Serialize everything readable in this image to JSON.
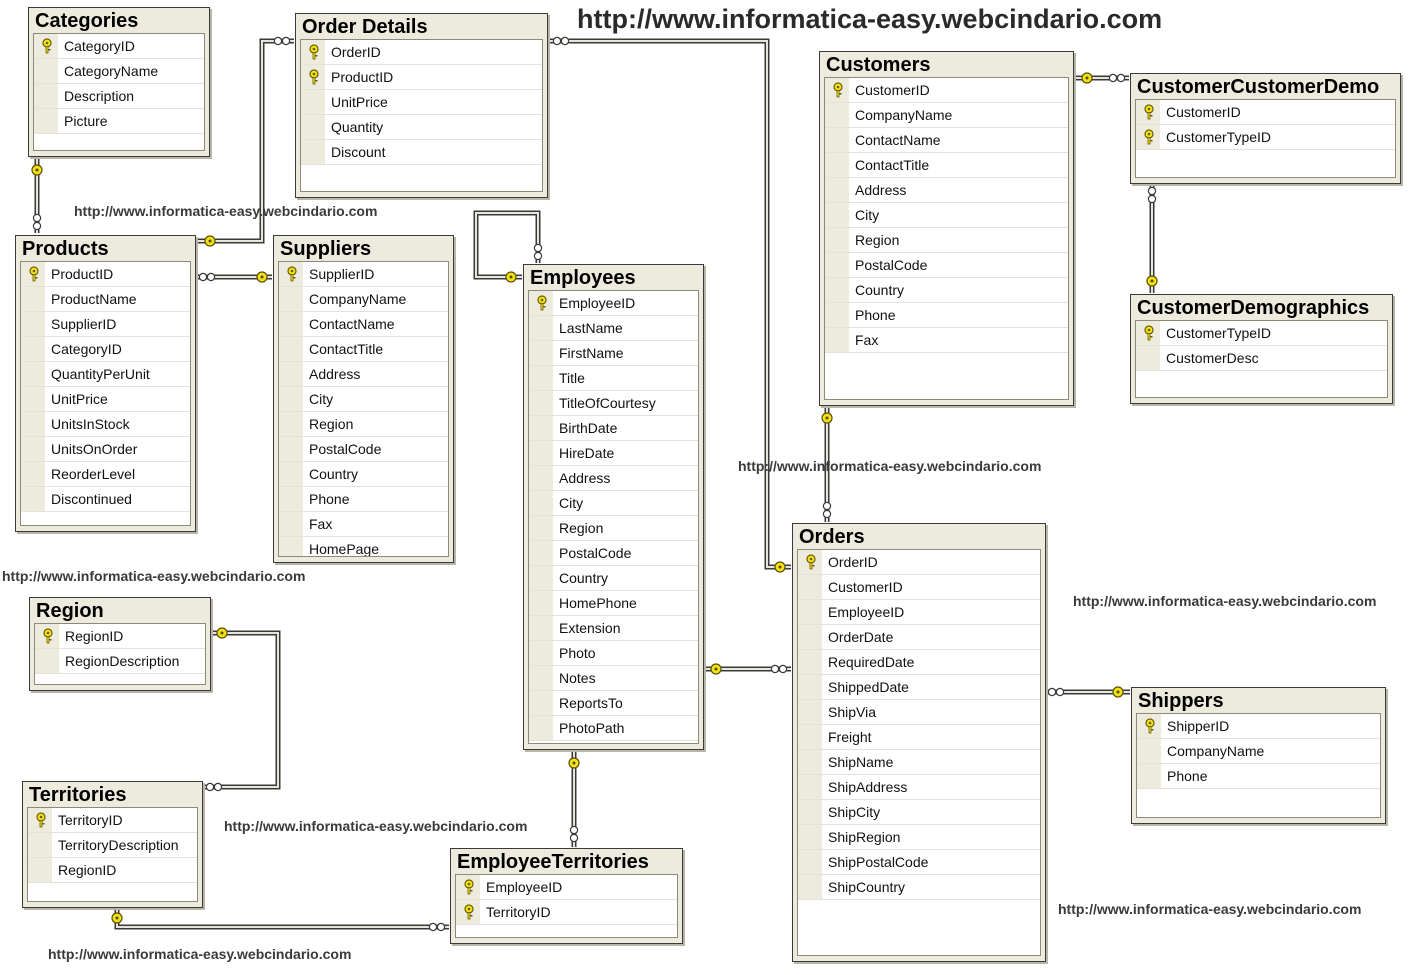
{
  "watermarks": {
    "top": "http://www.informatica-easy.webcindario.com",
    "a": "http://www.informatica-easy.webcindario.com",
    "b": "http://www.informatica-easy.webcindario.com",
    "c": "http://www.informatica-easy.webcindario.com",
    "d": "http://www.informatica-easy.webcindario.com",
    "e": "http://www.informatica-easy.webcindario.com",
    "f": "http://www.informatica-easy.webcindario.com",
    "g": "http://www.informatica-easy.webcindario.com"
  },
  "colors": {
    "key": "#f2e21a",
    "connector": "#3a3a3a",
    "header": "#ecebdd"
  },
  "tables": {
    "categories": {
      "title": "Categories",
      "fields": [
        {
          "name": "CategoryID",
          "pk": true
        },
        {
          "name": "CategoryName",
          "pk": false
        },
        {
          "name": "Description",
          "pk": false
        },
        {
          "name": "Picture",
          "pk": false
        }
      ]
    },
    "order_details": {
      "title": "Order Details",
      "fields": [
        {
          "name": "OrderID",
          "pk": true
        },
        {
          "name": "ProductID",
          "pk": true
        },
        {
          "name": "UnitPrice",
          "pk": false
        },
        {
          "name": "Quantity",
          "pk": false
        },
        {
          "name": "Discount",
          "pk": false
        }
      ]
    },
    "customers": {
      "title": "Customers",
      "fields": [
        {
          "name": "CustomerID",
          "pk": true
        },
        {
          "name": "CompanyName",
          "pk": false
        },
        {
          "name": "ContactName",
          "pk": false
        },
        {
          "name": "ContactTitle",
          "pk": false
        },
        {
          "name": "Address",
          "pk": false
        },
        {
          "name": "City",
          "pk": false
        },
        {
          "name": "Region",
          "pk": false
        },
        {
          "name": "PostalCode",
          "pk": false
        },
        {
          "name": "Country",
          "pk": false
        },
        {
          "name": "Phone",
          "pk": false
        },
        {
          "name": "Fax",
          "pk": false
        }
      ]
    },
    "customer_customer_demo": {
      "title": "CustomerCustomerDemo",
      "fields": [
        {
          "name": "CustomerID",
          "pk": true
        },
        {
          "name": "CustomerTypeID",
          "pk": true
        }
      ]
    },
    "customer_demographics": {
      "title": "CustomerDemographics",
      "fields": [
        {
          "name": "CustomerTypeID",
          "pk": true
        },
        {
          "name": "CustomerDesc",
          "pk": false
        }
      ]
    },
    "products": {
      "title": "Products",
      "fields": [
        {
          "name": "ProductID",
          "pk": true
        },
        {
          "name": "ProductName",
          "pk": false
        },
        {
          "name": "SupplierID",
          "pk": false
        },
        {
          "name": "CategoryID",
          "pk": false
        },
        {
          "name": "QuantityPerUnit",
          "pk": false
        },
        {
          "name": "UnitPrice",
          "pk": false
        },
        {
          "name": "UnitsInStock",
          "pk": false
        },
        {
          "name": "UnitsOnOrder",
          "pk": false
        },
        {
          "name": "ReorderLevel",
          "pk": false
        },
        {
          "name": "Discontinued",
          "pk": false
        }
      ]
    },
    "suppliers": {
      "title": "Suppliers",
      "fields": [
        {
          "name": "SupplierID",
          "pk": true
        },
        {
          "name": "CompanyName",
          "pk": false
        },
        {
          "name": "ContactName",
          "pk": false
        },
        {
          "name": "ContactTitle",
          "pk": false
        },
        {
          "name": "Address",
          "pk": false
        },
        {
          "name": "City",
          "pk": false
        },
        {
          "name": "Region",
          "pk": false
        },
        {
          "name": "PostalCode",
          "pk": false
        },
        {
          "name": "Country",
          "pk": false
        },
        {
          "name": "Phone",
          "pk": false
        },
        {
          "name": "Fax",
          "pk": false
        },
        {
          "name": "HomePage",
          "pk": false
        }
      ]
    },
    "employees": {
      "title": "Employees",
      "fields": [
        {
          "name": "EmployeeID",
          "pk": true
        },
        {
          "name": "LastName",
          "pk": false
        },
        {
          "name": "FirstName",
          "pk": false
        },
        {
          "name": "Title",
          "pk": false
        },
        {
          "name": "TitleOfCourtesy",
          "pk": false
        },
        {
          "name": "BirthDate",
          "pk": false
        },
        {
          "name": "HireDate",
          "pk": false
        },
        {
          "name": "Address",
          "pk": false
        },
        {
          "name": "City",
          "pk": false
        },
        {
          "name": "Region",
          "pk": false
        },
        {
          "name": "PostalCode",
          "pk": false
        },
        {
          "name": "Country",
          "pk": false
        },
        {
          "name": "HomePhone",
          "pk": false
        },
        {
          "name": "Extension",
          "pk": false
        },
        {
          "name": "Photo",
          "pk": false
        },
        {
          "name": "Notes",
          "pk": false
        },
        {
          "name": "ReportsTo",
          "pk": false
        },
        {
          "name": "PhotoPath",
          "pk": false
        }
      ]
    },
    "orders": {
      "title": "Orders",
      "fields": [
        {
          "name": "OrderID",
          "pk": true
        },
        {
          "name": "CustomerID",
          "pk": false
        },
        {
          "name": "EmployeeID",
          "pk": false
        },
        {
          "name": "OrderDate",
          "pk": false
        },
        {
          "name": "RequiredDate",
          "pk": false
        },
        {
          "name": "ShippedDate",
          "pk": false
        },
        {
          "name": "ShipVia",
          "pk": false
        },
        {
          "name": "Freight",
          "pk": false
        },
        {
          "name": "ShipName",
          "pk": false
        },
        {
          "name": "ShipAddress",
          "pk": false
        },
        {
          "name": "ShipCity",
          "pk": false
        },
        {
          "name": "ShipRegion",
          "pk": false
        },
        {
          "name": "ShipPostalCode",
          "pk": false
        },
        {
          "name": "ShipCountry",
          "pk": false
        }
      ]
    },
    "region": {
      "title": "Region",
      "fields": [
        {
          "name": "RegionID",
          "pk": true
        },
        {
          "name": "RegionDescription",
          "pk": false
        }
      ]
    },
    "territories": {
      "title": "Territories",
      "fields": [
        {
          "name": "TerritoryID",
          "pk": true
        },
        {
          "name": "TerritoryDescription",
          "pk": false
        },
        {
          "name": "RegionID",
          "pk": false
        }
      ]
    },
    "shippers": {
      "title": "Shippers",
      "fields": [
        {
          "name": "ShipperID",
          "pk": true
        },
        {
          "name": "CompanyName",
          "pk": false
        },
        {
          "name": "Phone",
          "pk": false
        }
      ]
    },
    "employee_territories": {
      "title": "EmployeeTerritories",
      "fields": [
        {
          "name": "EmployeeID",
          "pk": true
        },
        {
          "name": "TerritoryID",
          "pk": true
        }
      ]
    }
  }
}
